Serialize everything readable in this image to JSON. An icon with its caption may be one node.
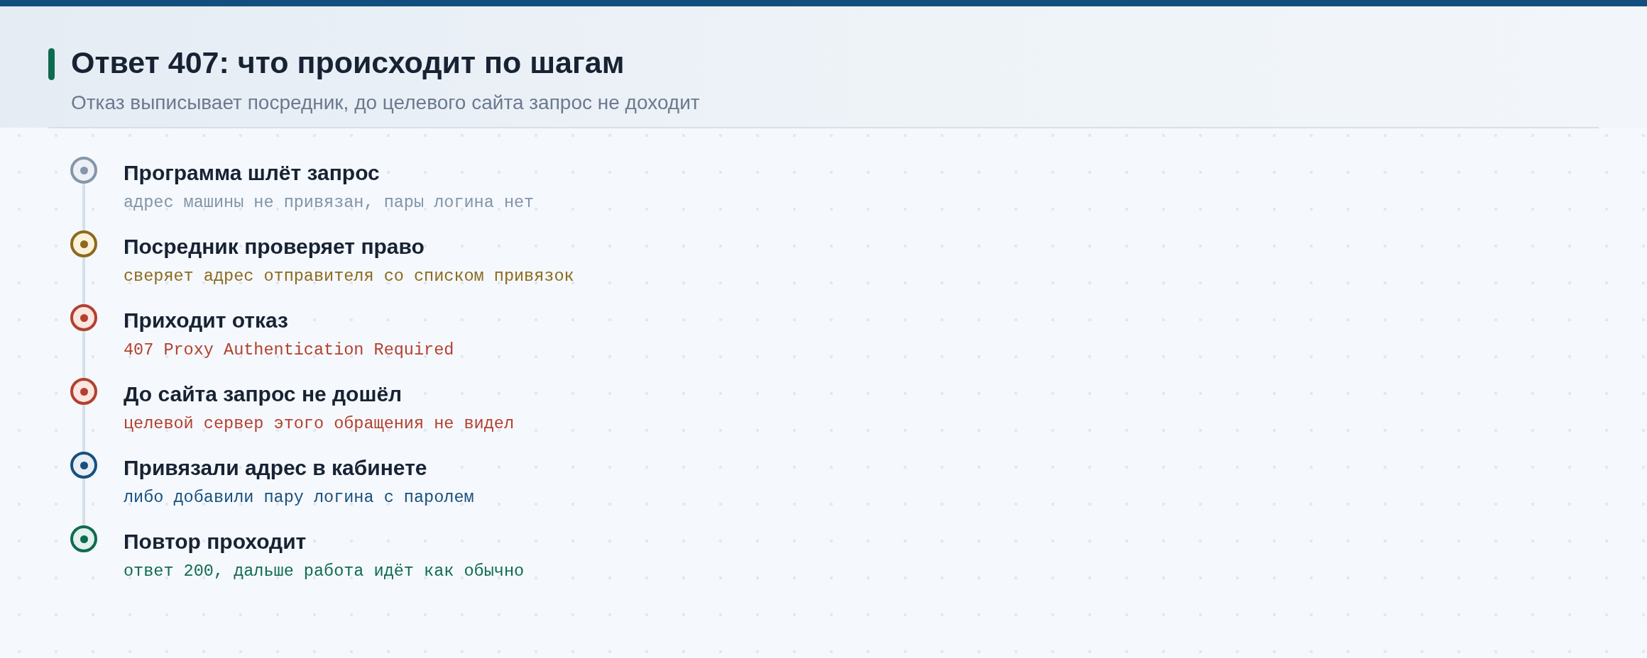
{
  "diagram": {
    "title": "Ответ 407: что происходит по шагам",
    "nodes": [
      {
        "text": [
          "Программа шлёт запрос",
          "адрес машины не привязан, пары логина нет"
        ]
      },
      {
        "text": [
          "Посредник проверяет право",
          "сверяет адрес отправителя со списком привязок"
        ]
      },
      {
        "text": [
          "Приходит отказ",
          "407 Proxy Authentication Required"
        ]
      },
      {
        "text": [
          "До сайта запрос не дошёл",
          "целевой сервер этого обращения не видел"
        ]
      },
      {
        "text": [
          "Привязали адрес в кабинете",
          "либо добавили пару логина с паролем"
        ]
      },
      {
        "text": [
          "Повтор проходит",
          "ответ 200, дальше работа идёт как обычно"
        ]
      }
    ],
    "edges": [
      {
        "from": 0,
        "to": 1,
        "arrow": "none"
      },
      {
        "from": 1,
        "to": 2,
        "arrow": "none"
      },
      {
        "from": 2,
        "to": 3,
        "arrow": "none"
      },
      {
        "from": 3,
        "to": 4,
        "arrow": "none"
      },
      {
        "from": 4,
        "to": 5,
        "arrow": "none"
      }
    ],
    "labels": [
      "Отказ выписывает посредник, до целевого сайта запрос не доходит"
    ]
  }
}
